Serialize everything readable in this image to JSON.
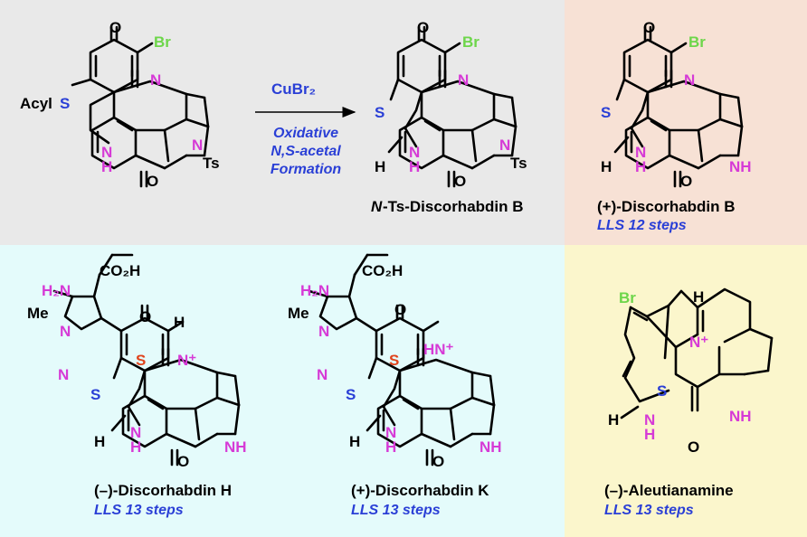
{
  "colors": {
    "panel_gray": "#e9e9e9",
    "panel_peach": "#f7e1d5",
    "panel_cyan": "#e4fbfb",
    "panel_yellow": "#fbf6cc",
    "blue_text": "#2a3fd6",
    "nitrogen": "#d63ad6",
    "sulfur_blue": "#2a3fd6",
    "sulfur_red": "#e0441c",
    "bromine": "#6dd64a"
  },
  "atoms": {
    "O": "O",
    "Br": "Br",
    "N": "N",
    "S": "S",
    "H": "H",
    "NH": "NH",
    "Ts": "Ts",
    "acyl": "Acyl",
    "acyl_S": "S",
    "CO2H": "CO₂H",
    "H2N": "H₂N",
    "Me": "Me",
    "N_plus": "N⁺",
    "HN_plus": "HN⁺"
  },
  "reaction": {
    "reagent": "CuBr₂",
    "condition_lines": [
      "Oxidative",
      "N,S-acetal",
      "Formation"
    ]
  },
  "captions": {
    "ts_discorhabdin_b_prefix": "N",
    "ts_discorhabdin_b_rest": "-Ts-Discorhabdin B",
    "discorhabdin_b": "(+)-Discorhabdin B",
    "discorhabdin_b_lls": "LLS 12 steps",
    "discorhabdin_h": "(–)-Discorhabdin H",
    "discorhabdin_h_lls": "LLS 13 steps",
    "discorhabdin_k": "(+)-Discorhabdin K",
    "discorhabdin_k_lls": "LLS 13 steps",
    "aleutianamine": "(–)-Aleutianamine",
    "aleutianamine_lls": "LLS 13 steps"
  }
}
